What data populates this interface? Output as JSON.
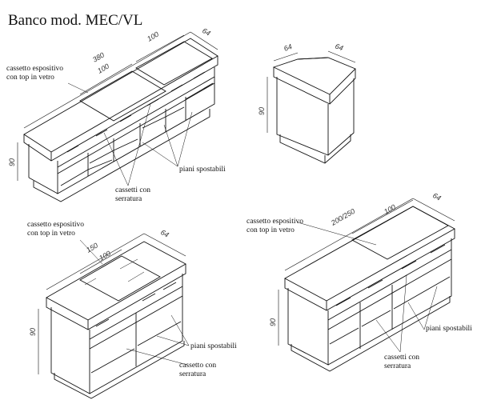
{
  "title": "Banco mod. MEC/VL",
  "labels": {
    "tl_cassetto": "cassetto espositivo\ncon top in vetro",
    "tl_piani": "piani spostabili",
    "tl_serratura": "cassetti con\nserratura",
    "bl_cassetto": "cassetto espositivo\ncon top in vetro",
    "bl_piani": "piani spostabili",
    "bl_serratura": "cassetto con\nserratura",
    "br_cassetto": "cassetto espositivo\ncon top in vetro",
    "br_piani": "piani spostabili",
    "br_serratura": "cassetti con\nserratura"
  },
  "dimensions": {
    "tl_380": "380",
    "tl_100": "100",
    "tl_64": "64",
    "tl_100b": "100",
    "tl_90": "90",
    "corner_64a": "64",
    "corner_64b": "64",
    "corner_90": "90",
    "bl_150": "150",
    "bl_100": "100",
    "bl_64": "64",
    "bl_90": "90",
    "br_200_250": "200/250",
    "br_100": "100",
    "br_64": "64",
    "br_90": "90"
  }
}
